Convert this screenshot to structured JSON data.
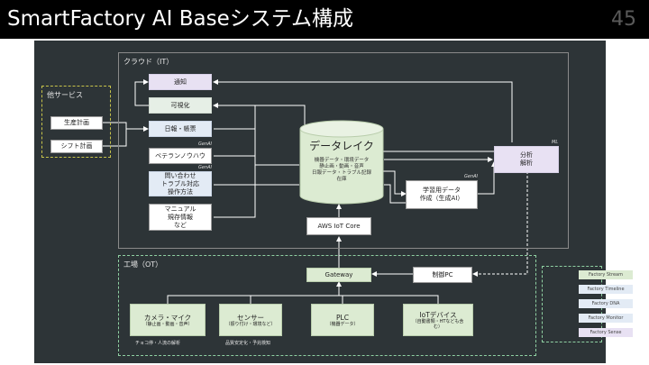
{
  "slide": {
    "title": "SmartFactory AI Baseシステム構成",
    "page_number": "45"
  },
  "regions": {
    "cloud": "クラウド（IT）",
    "factory": "工場（OT）",
    "other_services": "他サービス"
  },
  "other_services": {
    "production_plan": "生産計画",
    "shift_plan": "シフト計画"
  },
  "cloud_apps": {
    "notify": "通知",
    "visualize": "可視化",
    "reports": "日報・帳票",
    "veteran": "ベテランノウハウ",
    "inquiry": [
      "問い合わせ",
      "トラブル対応",
      "操作方法"
    ],
    "manual": [
      "マニュアル",
      "規存情報",
      "など"
    ]
  },
  "genai_tag": "GenAI",
  "ml_tag": "ML",
  "data_lake": {
    "title": "データレイク",
    "lines": [
      "機器データ・環境データ",
      "静止画・動画・音声",
      "日報データ・トラブル記録",
      "在庫"
    ]
  },
  "learning_data": [
    "学習用データ",
    "作成（生成AI）"
  ],
  "analysis": [
    "分析",
    "解析"
  ],
  "iot_core": "AWS IoT Core",
  "gateway": "Gateway",
  "control_pc": "制御PC",
  "devices": {
    "camera": {
      "title": "カメラ・マイク",
      "sub": "（静止画・動画・音声）",
      "caption": "チョコ停・人流の解析"
    },
    "sensor": {
      "title": "センサー",
      "sub": "（振り付け・環境など）",
      "caption": "品質安定化・予兆検知"
    },
    "plc": {
      "title": "PLC",
      "sub": "（機器データ）"
    },
    "iot": {
      "title": "IoTデバイス",
      "sub": "（自動書類・HTなども含む）"
    }
  },
  "legend": [
    {
      "label": "Factory Stream",
      "color": "#dcebd2"
    },
    {
      "label": "Factory Timeline",
      "color": "#e3ebf5"
    },
    {
      "label": "Factory DNA",
      "color": "#e3ebf5"
    },
    {
      "label": "Factory Monitor",
      "color": "#e3ebf5"
    },
    {
      "label": "Factory Sense",
      "color": "#e8e1f3"
    }
  ],
  "colors": {
    "background": "#2d3437",
    "lavender": "#e8e1f3",
    "green": "#dcebd2",
    "blue": "#e3ebf5",
    "dashed_green": "#8fd0a2",
    "dashed_yellow": "#c7c34a"
  }
}
